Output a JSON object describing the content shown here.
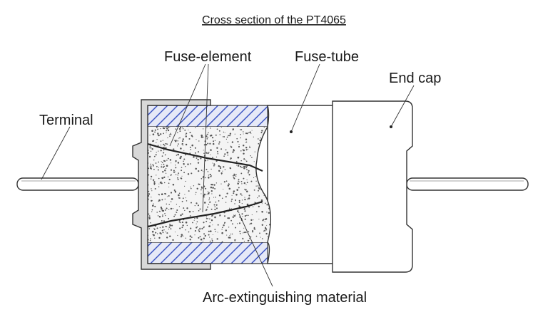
{
  "title": "Cross section of the PT4065",
  "labels": {
    "fuse_element": "Fuse-element",
    "fuse_tube": "Fuse-tube",
    "end_cap": "End cap",
    "terminal": "Terminal",
    "arc_material": "Arc-extinguishing material"
  },
  "colors": {
    "hatch": "#3f57c4",
    "hatch_bg": "#e6e9f7",
    "filler_dots": "#555555",
    "outline": "#333333"
  }
}
